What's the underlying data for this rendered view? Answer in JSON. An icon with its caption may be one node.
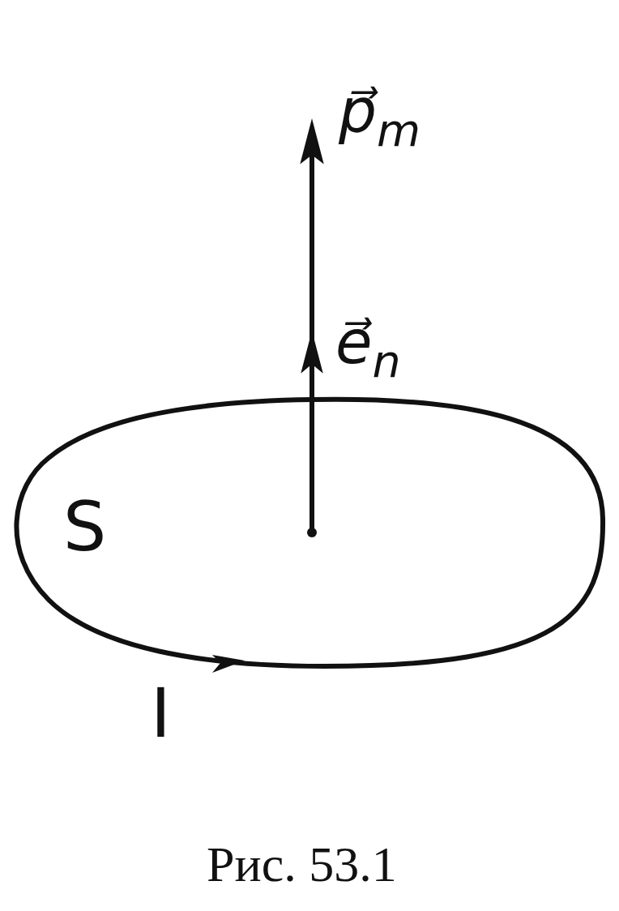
{
  "diagram": {
    "caption": "Рис. 53.1",
    "labels": [
      "p⃗$_{m}$",
      "e⃗$_{n}$",
      "S",
      "I"
    ]
  }
}
